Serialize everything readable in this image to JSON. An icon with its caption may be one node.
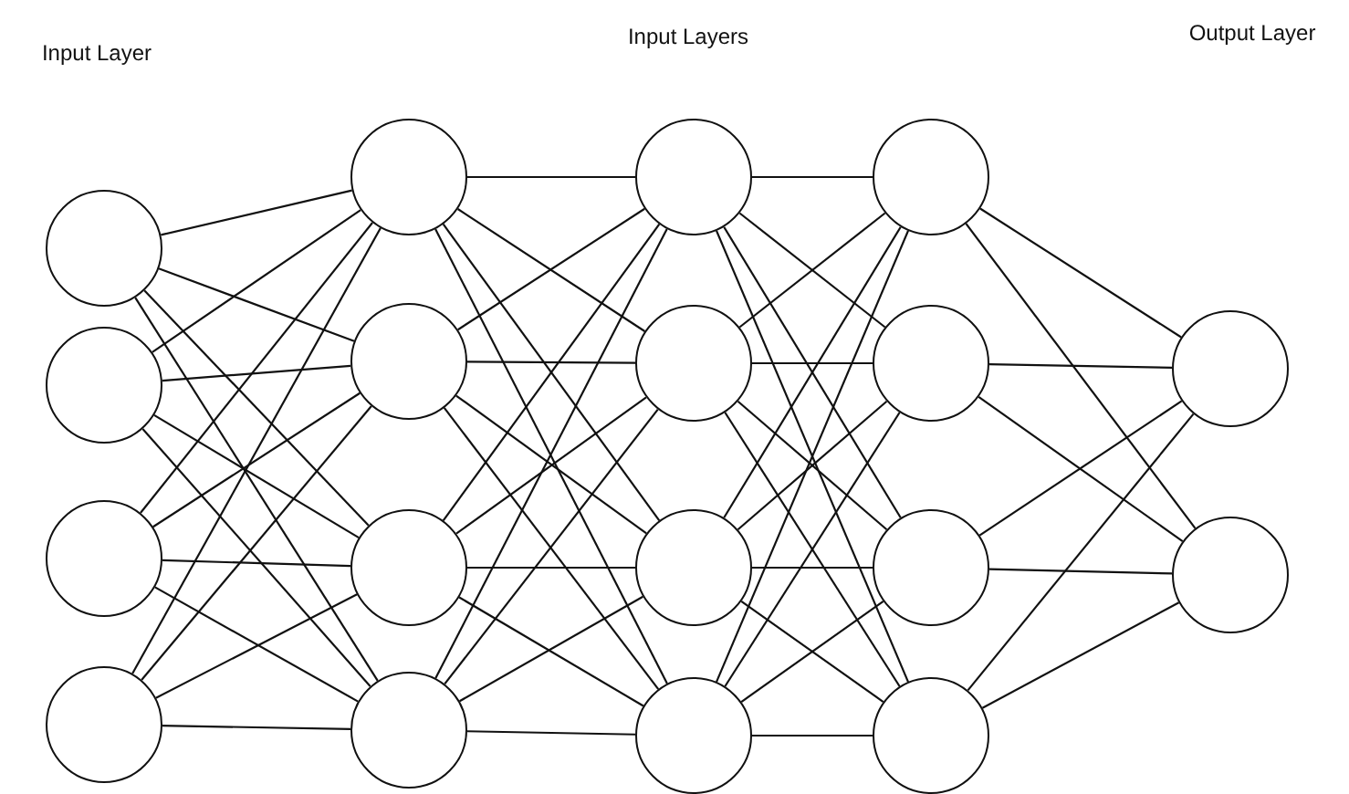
{
  "diagram": {
    "nodes": [
      {
        "text": [],
        "shape": "circle"
      },
      {
        "text": [],
        "shape": "circle"
      },
      {
        "text": [],
        "shape": "circle"
      },
      {
        "text": [],
        "shape": "circle"
      },
      {
        "text": [],
        "shape": "circle"
      },
      {
        "text": [],
        "shape": "circle"
      },
      {
        "text": [],
        "shape": "circle"
      },
      {
        "text": [],
        "shape": "circle"
      },
      {
        "text": [],
        "shape": "circle"
      },
      {
        "text": [],
        "shape": "circle"
      },
      {
        "text": [],
        "shape": "circle"
      },
      {
        "text": [],
        "shape": "circle"
      },
      {
        "text": [],
        "shape": "circle"
      },
      {
        "text": [],
        "shape": "circle"
      },
      {
        "text": [],
        "shape": "circle"
      },
      {
        "text": [],
        "shape": "circle"
      },
      {
        "text": [],
        "shape": "circle"
      },
      {
        "text": [],
        "shape": "circle"
      }
    ],
    "edges": [
      {
        "from": 0,
        "to": 4,
        "arrow": "none"
      },
      {
        "from": 0,
        "to": 5,
        "arrow": "none"
      },
      {
        "from": 0,
        "to": 6,
        "arrow": "none"
      },
      {
        "from": 0,
        "to": 7,
        "arrow": "none"
      },
      {
        "from": 1,
        "to": 4,
        "arrow": "none"
      },
      {
        "from": 1,
        "to": 5,
        "arrow": "none"
      },
      {
        "from": 1,
        "to": 6,
        "arrow": "none"
      },
      {
        "from": 1,
        "to": 7,
        "arrow": "none"
      },
      {
        "from": 2,
        "to": 4,
        "arrow": "none"
      },
      {
        "from": 2,
        "to": 5,
        "arrow": "none"
      },
      {
        "from": 2,
        "to": 6,
        "arrow": "none"
      },
      {
        "from": 2,
        "to": 7,
        "arrow": "none"
      },
      {
        "from": 3,
        "to": 4,
        "arrow": "none"
      },
      {
        "from": 3,
        "to": 5,
        "arrow": "none"
      },
      {
        "from": 3,
        "to": 6,
        "arrow": "none"
      },
      {
        "from": 3,
        "to": 7,
        "arrow": "none"
      },
      {
        "from": 4,
        "to": 8,
        "arrow": "none"
      },
      {
        "from": 4,
        "to": 9,
        "arrow": "none"
      },
      {
        "from": 4,
        "to": 10,
        "arrow": "none"
      },
      {
        "from": 4,
        "to": 11,
        "arrow": "none"
      },
      {
        "from": 5,
        "to": 8,
        "arrow": "none"
      },
      {
        "from": 5,
        "to": 9,
        "arrow": "none"
      },
      {
        "from": 5,
        "to": 10,
        "arrow": "none"
      },
      {
        "from": 5,
        "to": 11,
        "arrow": "none"
      },
      {
        "from": 6,
        "to": 8,
        "arrow": "none"
      },
      {
        "from": 6,
        "to": 9,
        "arrow": "none"
      },
      {
        "from": 6,
        "to": 10,
        "arrow": "none"
      },
      {
        "from": 6,
        "to": 11,
        "arrow": "none"
      },
      {
        "from": 7,
        "to": 8,
        "arrow": "none"
      },
      {
        "from": 7,
        "to": 9,
        "arrow": "none"
      },
      {
        "from": 7,
        "to": 10,
        "arrow": "none"
      },
      {
        "from": 7,
        "to": 11,
        "arrow": "none"
      },
      {
        "from": 8,
        "to": 12,
        "arrow": "none"
      },
      {
        "from": 8,
        "to": 13,
        "arrow": "none"
      },
      {
        "from": 8,
        "to": 14,
        "arrow": "none"
      },
      {
        "from": 8,
        "to": 15,
        "arrow": "none"
      },
      {
        "from": 9,
        "to": 12,
        "arrow": "none"
      },
      {
        "from": 9,
        "to": 13,
        "arrow": "none"
      },
      {
        "from": 9,
        "to": 14,
        "arrow": "none"
      },
      {
        "from": 9,
        "to": 15,
        "arrow": "none"
      },
      {
        "from": 10,
        "to": 12,
        "arrow": "none"
      },
      {
        "from": 10,
        "to": 13,
        "arrow": "none"
      },
      {
        "from": 10,
        "to": 14,
        "arrow": "none"
      },
      {
        "from": 10,
        "to": 15,
        "arrow": "none"
      },
      {
        "from": 11,
        "to": 12,
        "arrow": "none"
      },
      {
        "from": 11,
        "to": 13,
        "arrow": "none"
      },
      {
        "from": 11,
        "to": 14,
        "arrow": "none"
      },
      {
        "from": 11,
        "to": 15,
        "arrow": "none"
      },
      {
        "from": 12,
        "to": 16,
        "arrow": "none"
      },
      {
        "from": 12,
        "to": 17,
        "arrow": "none"
      },
      {
        "from": 13,
        "to": 16,
        "arrow": "none"
      },
      {
        "from": 13,
        "to": 17,
        "arrow": "none"
      },
      {
        "from": 14,
        "to": 16,
        "arrow": "none"
      },
      {
        "from": 14,
        "to": 17,
        "arrow": "none"
      },
      {
        "from": 15,
        "to": 16,
        "arrow": "none"
      },
      {
        "from": 15,
        "to": 17,
        "arrow": "none"
      }
    ],
    "labels": [
      "Input Layer",
      "Input Layers",
      "Output Layer"
    ]
  }
}
